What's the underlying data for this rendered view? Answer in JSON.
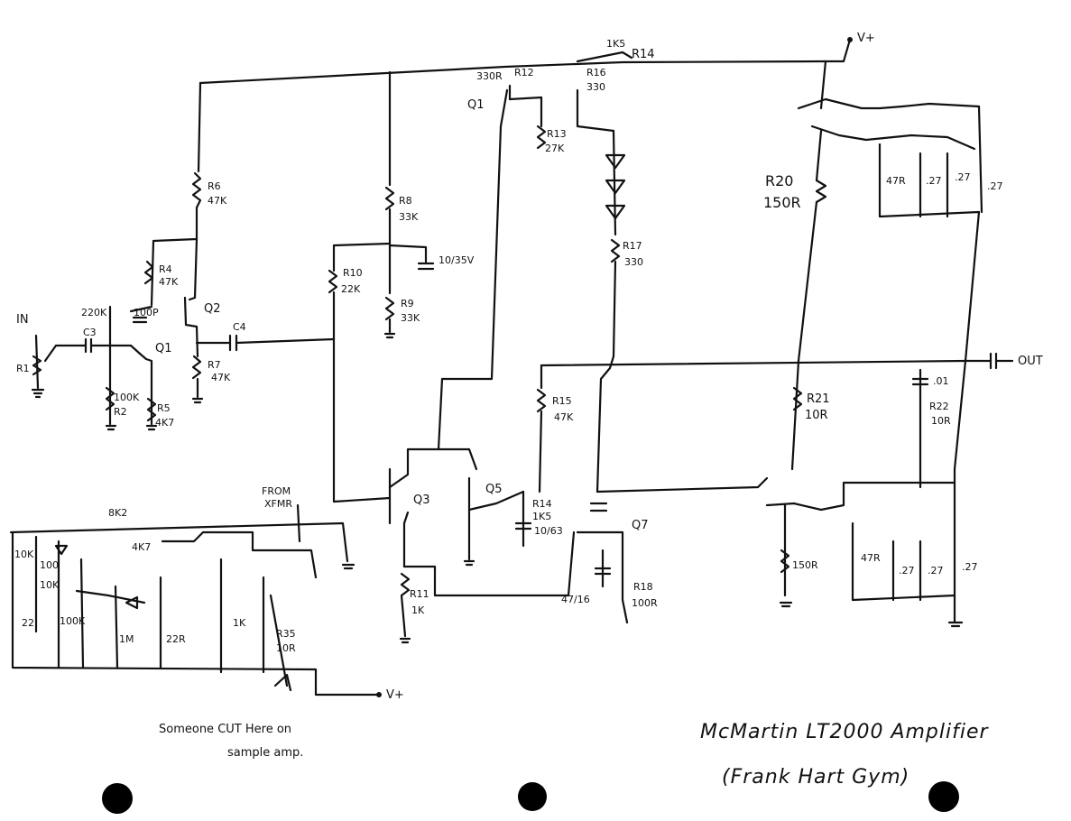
{
  "title": {
    "line1": "McMartin LT2000 Amplifier",
    "line2": "(Frank Hart Gym)"
  },
  "note": {
    "line1": "Someone CUT Here on",
    "line2": "sample amp."
  },
  "rails": {
    "vplus_top": "V+",
    "vplus_bottom": "V+",
    "in": "IN",
    "out": "OUT",
    "from_xfmr_1": "FROM",
    "from_xfmr_2": "XFMR"
  },
  "labels": {
    "r1": "R1",
    "r2_val": "100K",
    "r2": "R2",
    "c3": "C3",
    "c3_val": "220K",
    "q1": "Q1",
    "q1_cap": "100P",
    "r5": "R5",
    "r5_val": "4K7",
    "r4": "R4",
    "r4_val": "47K",
    "q2": "Q2",
    "r6": "R6",
    "r6_val": "47K",
    "r7": "R7",
    "r7_val": "47K",
    "c4": "C4",
    "r8": "R8",
    "r8_val": "33K",
    "r9": "R9",
    "r9_val": "33K",
    "c_bypass": "10/35V",
    "r10": "R10",
    "r10_val": "22K",
    "r12": "R12",
    "r12_val": "330R",
    "r16": "R16",
    "r16_val": "330",
    "r13": "R13",
    "r13_val": "27K",
    "r14": "R14",
    "r14_val": "1K5",
    "q_top": "Q1",
    "r17": "R17",
    "r17_val": "330",
    "r20": "R20",
    "r20_val": "150R",
    "r_47a": "47R",
    "r_27a": ".27",
    "r_27b": ".27",
    "r_27c": ".27",
    "q3": "Q3",
    "q5": "Q5",
    "r11": "R11",
    "r11_val": "1K",
    "r15": "R15",
    "r15_val": "47K",
    "r14b": "R14",
    "r14b_val": "1K5",
    "c_10": "10/63",
    "q7": "Q7",
    "c_47": "47/16",
    "r18": "R18",
    "r18_val": "100R",
    "r21": "R21",
    "r21_val": "10R",
    "c_01": ".01",
    "r22": "R22",
    "r22_val": "10R",
    "r_150": "150R",
    "r_47b": "47R",
    "r_27d": ".27",
    "r_27e": ".27",
    "r_27f": ".27",
    "sub_8k2": "8K2",
    "sub_10k": "10K",
    "sub_100": "100",
    "sub_10k2": "10K",
    "sub_100k": "100K",
    "sub_22": "22",
    "sub_4k7": "4K7",
    "sub_1m": "1M",
    "sub_22r": "22R",
    "sub_1k": "1K",
    "r35": "R35",
    "r35_val": "10R"
  }
}
